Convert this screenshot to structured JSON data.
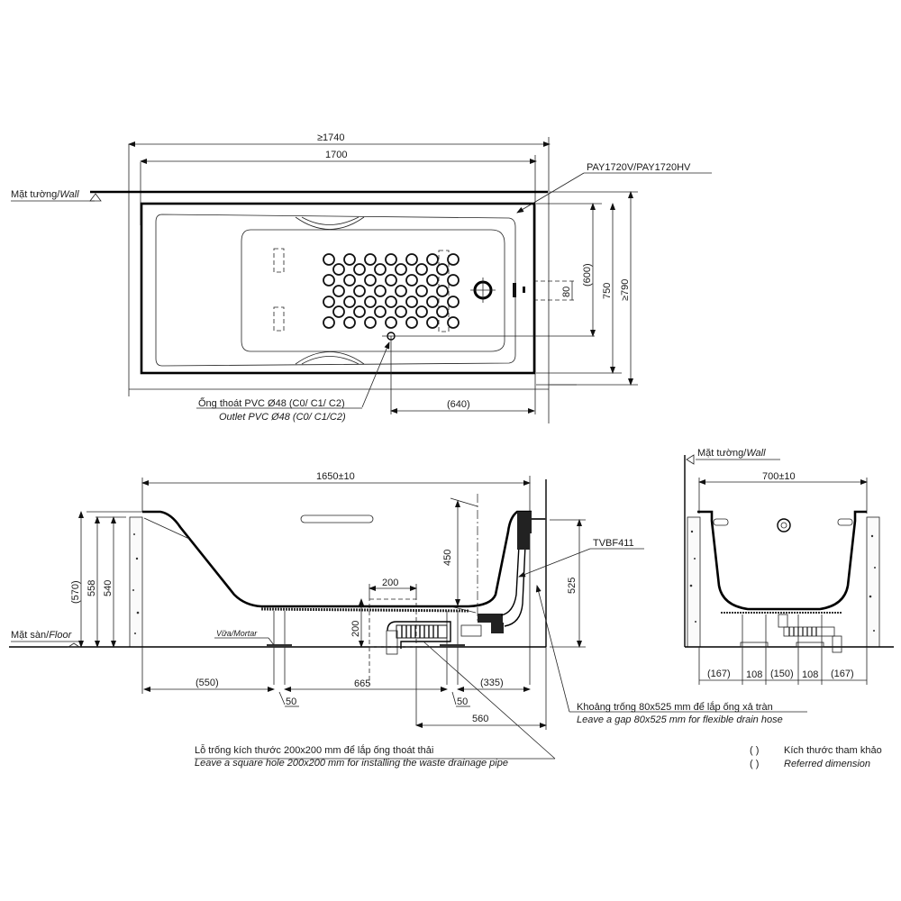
{
  "top_view": {
    "model_label": "PAY1720V/PAY1720HV",
    "wall_label": "Mặt tường/",
    "wall_label_en": "Wall",
    "dims": {
      "overall_min_length": "≥1740",
      "length": "1700",
      "inner_width_ref": "(600)",
      "width": "750",
      "overall_min_width": "≥790",
      "overflow_offset": "80",
      "drain_to_end_ref": "(640)"
    },
    "outlet_label_vi": "Ống thoát PVC Ø48 (C0/ C1/ C2)",
    "outlet_label_en": "Outlet PVC Ø48 (C0/ C1/C2)"
  },
  "side_view": {
    "length_dim": "1650±10",
    "waste_label": "TVBF411",
    "floor_label": "Mặt sàn/",
    "floor_label_en": "Floor",
    "mortar_label": "Vữa/Mortar",
    "dims": {
      "height_ref": "(570)",
      "height_558": "558",
      "height_540": "540",
      "drain_depth": "450",
      "hole_width": "200",
      "hole_height": "200",
      "overflow_gap_height": "525",
      "left_ref": "(550)",
      "support_1": "50",
      "between_supports": "665",
      "support_2": "50",
      "right_ref": "(335)",
      "gap_to_wall": "560"
    },
    "gap_note_vi": "Khoảng trống 80x525 mm để lắp ống xả tràn",
    "gap_note_en": "Leave a gap 80x525 mm for flexible drain hose",
    "hole_note_vi": "Lỗ trống kích thước 200x200 mm để lắp ống thoát thải",
    "hole_note_en": "Leave a square hole  200x200 mm for installing the waste drainage pipe"
  },
  "end_view": {
    "wall_label": "Mặt tường/",
    "wall_label_en": "Wall",
    "width_dim": "700±10",
    "bottom_dims": [
      "(167)",
      "108",
      "(150)",
      "108",
      "(167)"
    ]
  },
  "legend": {
    "paren": "(      )",
    "vi": "Kích thước tham khảo",
    "en": "Referred dimension"
  }
}
